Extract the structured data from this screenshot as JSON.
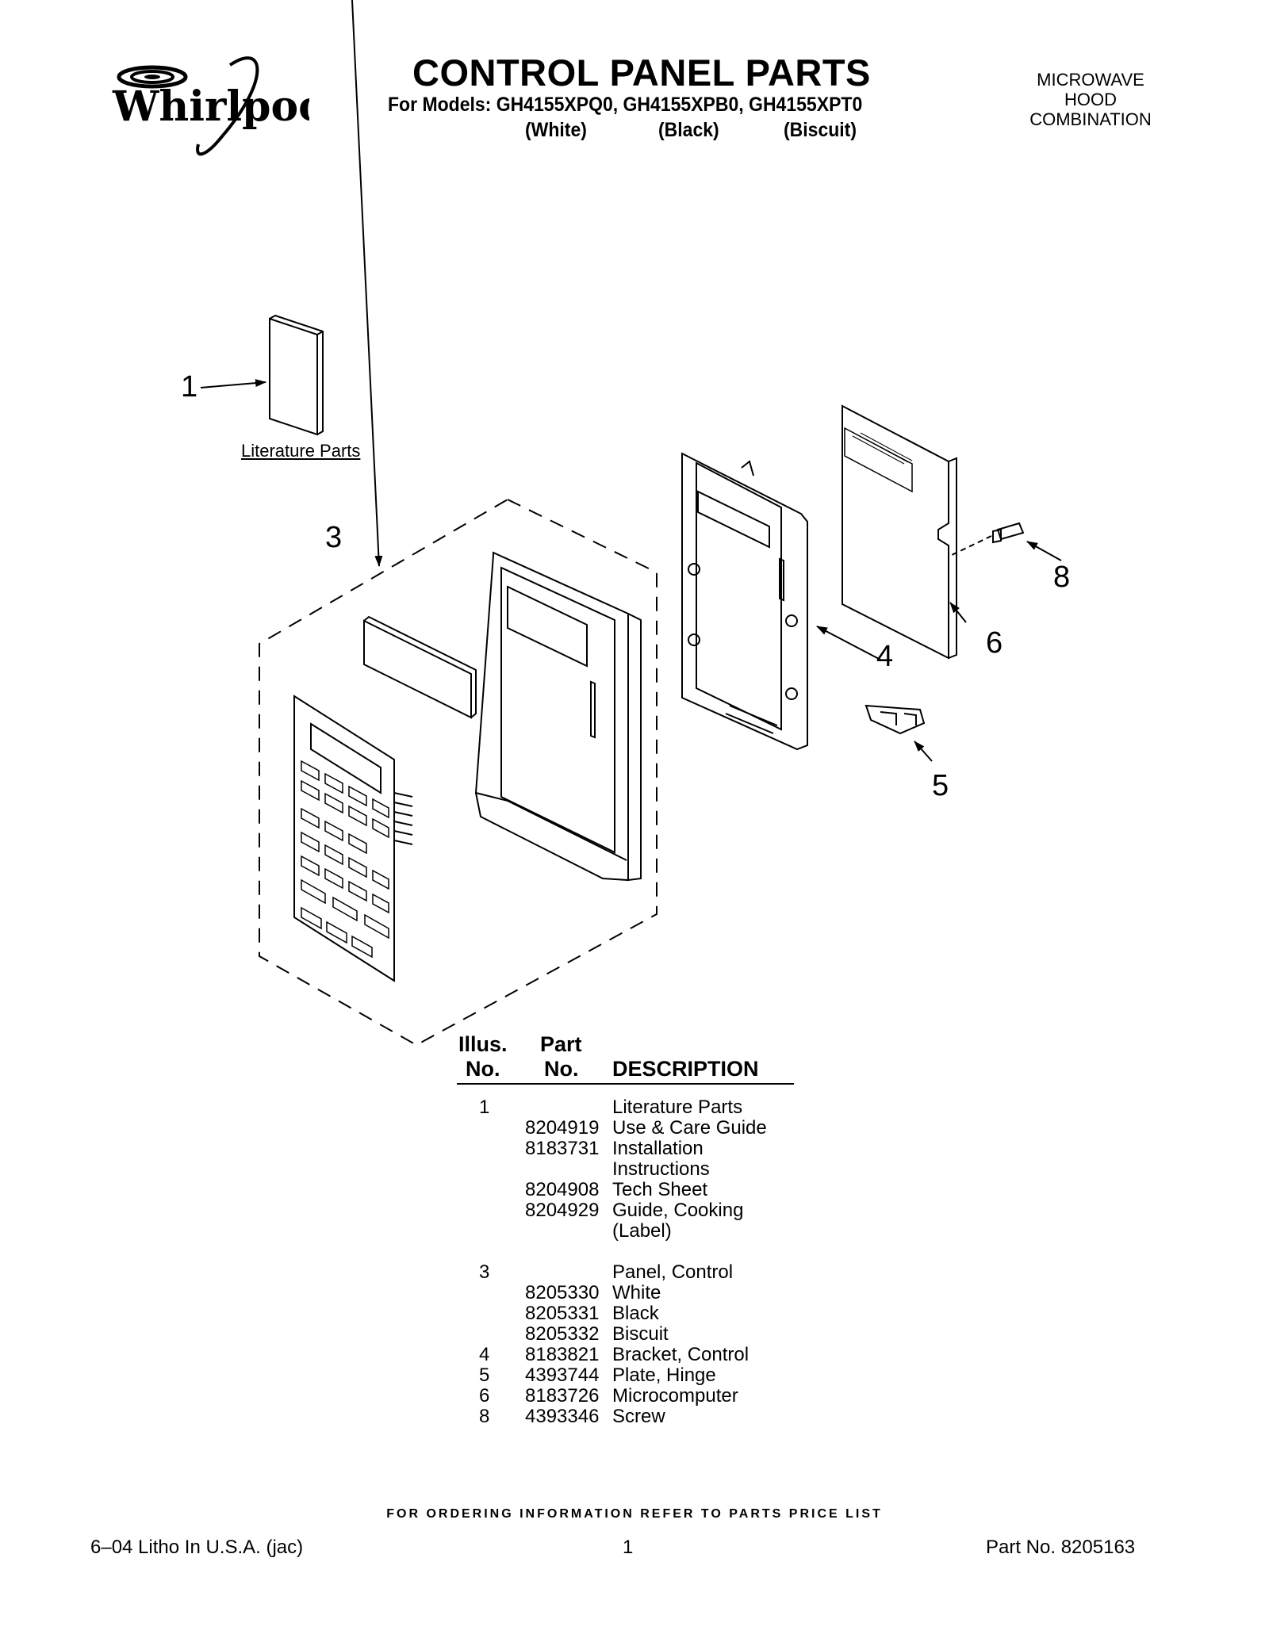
{
  "header": {
    "brand": "Whirlpool",
    "title": "CONTROL PANEL PARTS",
    "models_line": "For Models: GH4155XPQ0, GH4155XPB0, GH4155XPT0",
    "finishes": [
      "(White)",
      "(Black)",
      "(Biscuit)"
    ],
    "product_type": [
      "MICROWAVE",
      "HOOD",
      "COMBINATION"
    ]
  },
  "diagram": {
    "callouts": [
      "1",
      "3",
      "4",
      "5",
      "6",
      "8"
    ],
    "literature_label": "Literature Parts"
  },
  "parts_table": {
    "headers": {
      "illus_top": "Illus.",
      "illus_bottom": "No.",
      "part_top": "Part",
      "part_bottom": "No.",
      "description": "DESCRIPTION"
    },
    "rows": [
      {
        "illus": "1",
        "part": "",
        "desc": "Literature Parts"
      },
      {
        "illus": "",
        "part": "8204919",
        "desc": "Use & Care Guide"
      },
      {
        "illus": "",
        "part": "8183731",
        "desc": "Installation"
      },
      {
        "illus": "",
        "part": "",
        "desc": "Instructions"
      },
      {
        "illus": "",
        "part": "8204908",
        "desc": "Tech Sheet"
      },
      {
        "illus": "",
        "part": "8204929",
        "desc": "Guide, Cooking"
      },
      {
        "illus": "",
        "part": "",
        "desc": "(Label)"
      },
      {
        "illus": "",
        "part": "",
        "desc": ""
      },
      {
        "illus": "3",
        "part": "",
        "desc": "Panel, Control"
      },
      {
        "illus": "",
        "part": "8205330",
        "desc": "White"
      },
      {
        "illus": "",
        "part": "8205331",
        "desc": "Black"
      },
      {
        "illus": "",
        "part": "8205332",
        "desc": "Biscuit"
      },
      {
        "illus": "4",
        "part": "8183821",
        "desc": "Bracket, Control"
      },
      {
        "illus": "5",
        "part": "4393744",
        "desc": "Plate, Hinge"
      },
      {
        "illus": "6",
        "part": "8183726",
        "desc": "Microcomputer"
      },
      {
        "illus": "8",
        "part": "4393346",
        "desc": "Screw"
      }
    ]
  },
  "footer": {
    "ordering_note": "FOR ORDERING INFORMATION REFER TO PARTS PRICE LIST",
    "litho": "6–04 Litho In U.S.A. (jac)",
    "page_number": "1",
    "part_number": "Part No. 8205163"
  }
}
